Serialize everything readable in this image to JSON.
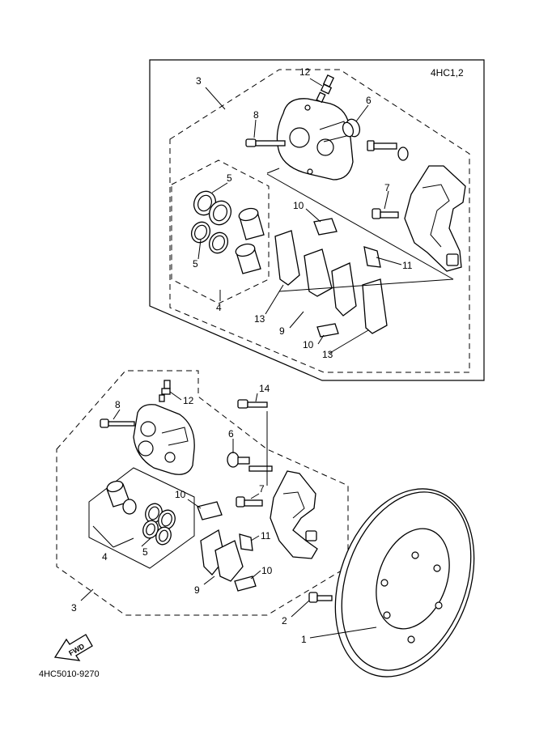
{
  "model_code": "4HC1,2",
  "figure_code": "4HC5010-9270",
  "fwd_label": "FWD",
  "callouts": {
    "top": {
      "c3": "3",
      "c12": "12",
      "c6": "6",
      "c8": "8",
      "c5a": "5",
      "c5b": "5",
      "c7": "7",
      "c10a": "10",
      "c11": "11",
      "c4": "4",
      "c13a": "13",
      "c9": "9",
      "c10b": "10",
      "c13b": "13"
    },
    "bottom": {
      "c14": "14",
      "c8": "8",
      "c12": "12",
      "c6": "6",
      "c7": "7",
      "c10a": "10",
      "c11": "11",
      "c4": "4",
      "c5": "5",
      "c9": "9",
      "c10b": "10",
      "c3": "3",
      "c2": "2",
      "c1": "1"
    }
  }
}
